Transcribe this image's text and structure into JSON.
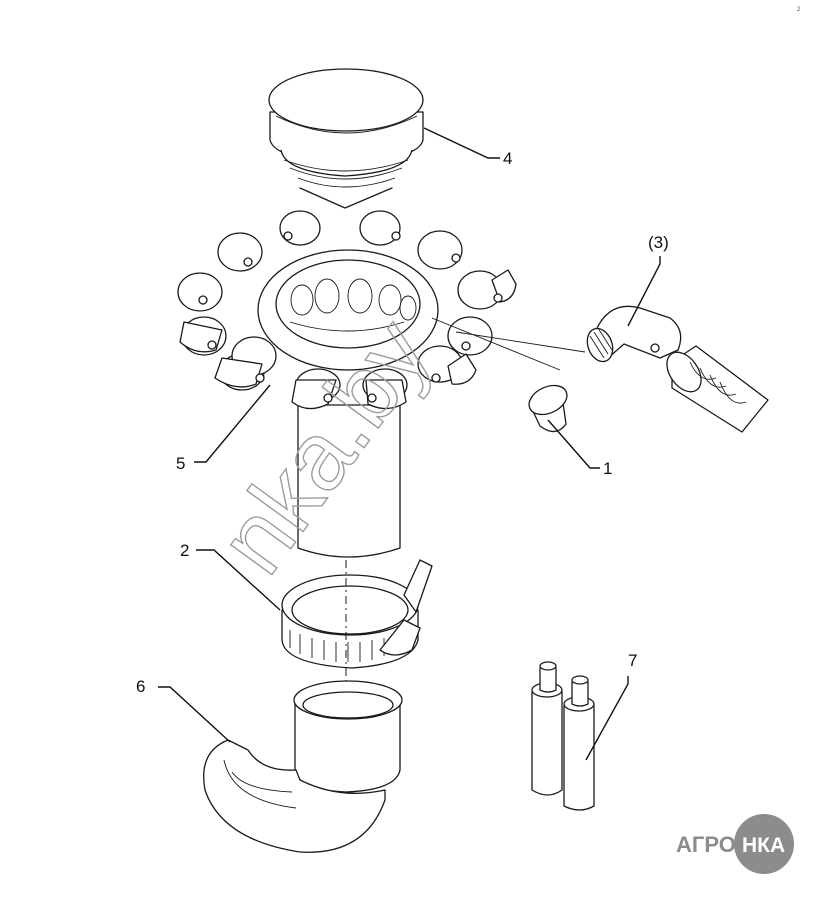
{
  "diagram": {
    "corner_code": "2",
    "callouts": [
      {
        "id": "1",
        "text": "1"
      },
      {
        "id": "2",
        "text": "2"
      },
      {
        "id": "3",
        "text": "(3)"
      },
      {
        "id": "4",
        "text": "4"
      },
      {
        "id": "5",
        "text": "5"
      },
      {
        "id": "6",
        "text": "6"
      },
      {
        "id": "7",
        "text": "7"
      }
    ]
  },
  "watermark": {
    "text": "nka.by"
  },
  "logo": {
    "left_text": "АГРО",
    "inner_text": "НКА"
  },
  "colors": {
    "line": "#1a1a1a",
    "watermark": "#9c9c9c",
    "logo": "#8c8c8c"
  }
}
